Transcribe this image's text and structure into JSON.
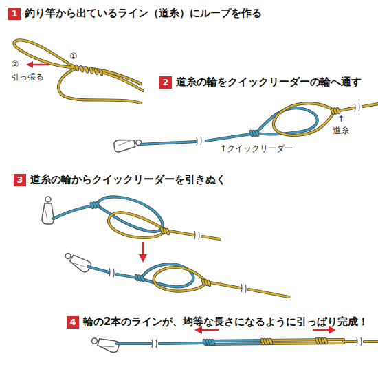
{
  "diagram": {
    "nodes": [
      {
        "text": [
          "1",
          "釣り竿から出ているライン（道糸）にループを作る"
        ]
      },
      {
        "text": [
          "2",
          "道糸の輪をクイックリーダーの輪へ通す"
        ]
      },
      {
        "text": [
          "3",
          "道糸の輪からクイックリーダーを引きぬく"
        ]
      },
      {
        "text": [
          "4",
          "輪の2本のラインが、均等な長さになるように引っぱり完成！"
        ]
      }
    ],
    "labels": [
      "①",
      "②",
      "引っ張る",
      "↑クイックリーダー",
      "↑",
      "道糸"
    ]
  }
}
